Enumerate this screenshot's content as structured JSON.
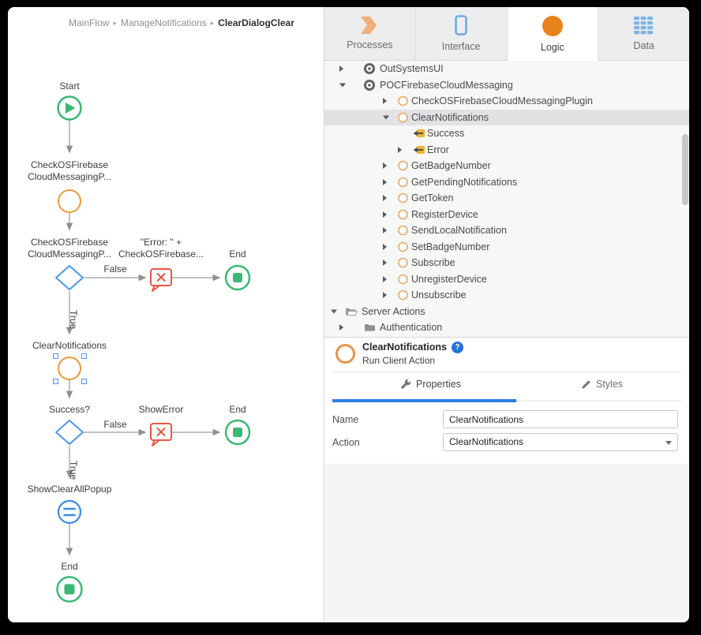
{
  "breadcrumb": {
    "items": [
      "MainFlow",
      "ManageNotifications",
      "ClearDialogClear"
    ],
    "separator": "▸"
  },
  "flow": {
    "labels": {
      "start": "Start",
      "check_action_l1": "CheckOSFirebase",
      "check_action_l2": "CloudMessagingP...",
      "check_if_l1": "CheckOSFirebase",
      "check_if_l2": "CloudMessagingP...",
      "error_msg_l1": "\"Error: \" +",
      "error_msg_l2": "CheckOSFirebase...",
      "end1": "End",
      "false1": "False",
      "true1": "True",
      "clear_notifications": "ClearNotifications",
      "success_if": "Success?",
      "show_error": "ShowError",
      "end2": "End",
      "false2": "False",
      "true2": "True",
      "show_clear_all_popup": "ShowClearAllPopup",
      "end3": "End"
    }
  },
  "nav_tabs": [
    {
      "label": "Processes",
      "icon": "processes-icon",
      "active": false
    },
    {
      "label": "Interface",
      "icon": "interface-icon",
      "active": false
    },
    {
      "label": "Logic",
      "icon": "logic-icon",
      "active": true
    },
    {
      "label": "Data",
      "icon": "data-icon",
      "active": false
    }
  ],
  "tree": {
    "items": [
      {
        "label": "OutSystemsUI",
        "level": 2,
        "expander": "collapsed",
        "icon": "module",
        "selected": false
      },
      {
        "label": "POCFirebaseCloudMessaging",
        "level": 2,
        "expander": "expanded",
        "icon": "module",
        "selected": false
      },
      {
        "label": "CheckOSFirebaseCloudMessagingPlugin",
        "level": 3,
        "expander": "collapsed",
        "icon": "action",
        "selected": false
      },
      {
        "label": "ClearNotifications",
        "level": 3,
        "expander": "expanded",
        "icon": "action",
        "selected": true
      },
      {
        "label": "Success",
        "level": 4,
        "expander": "none",
        "icon": "output-parameter",
        "selected": false
      },
      {
        "label": "Error",
        "level": 4,
        "expander": "collapsed",
        "icon": "output-parameter",
        "selected": false
      },
      {
        "label": "GetBadgeNumber",
        "level": 3,
        "expander": "collapsed",
        "icon": "action",
        "selected": false
      },
      {
        "label": "GetPendingNotifications",
        "level": 3,
        "expander": "collapsed",
        "icon": "action",
        "selected": false
      },
      {
        "label": "GetToken",
        "level": 3,
        "expander": "collapsed",
        "icon": "action",
        "selected": false
      },
      {
        "label": "RegisterDevice",
        "level": 3,
        "expander": "collapsed",
        "icon": "action",
        "selected": false
      },
      {
        "label": "SendLocalNotification",
        "level": 3,
        "expander": "collapsed",
        "icon": "action",
        "selected": false
      },
      {
        "label": "SetBadgeNumber",
        "level": 3,
        "expander": "collapsed",
        "icon": "action",
        "selected": false
      },
      {
        "label": "Subscribe",
        "level": 3,
        "expander": "collapsed",
        "icon": "action",
        "selected": false
      },
      {
        "label": "UnregisterDevice",
        "level": 3,
        "expander": "collapsed",
        "icon": "action",
        "selected": false
      },
      {
        "label": "Unsubscribe",
        "level": 3,
        "expander": "collapsed",
        "icon": "action",
        "selected": false
      },
      {
        "label": "Server Actions",
        "level": 1,
        "expander": "expanded",
        "icon": "folder-open",
        "selected": false
      },
      {
        "label": "Authentication",
        "level": 2,
        "expander": "collapsed",
        "icon": "folder",
        "selected": false
      }
    ]
  },
  "inspector": {
    "title": "ClearNotifications",
    "subtitle": "Run Client Action",
    "help_badge": "?",
    "tabs": [
      {
        "label": "Properties",
        "icon": "wrench-icon",
        "active": true
      },
      {
        "label": "Styles",
        "icon": "pencil-icon",
        "active": false
      }
    ],
    "fields": [
      {
        "label": "Name",
        "value": "ClearNotifications",
        "type": "text"
      },
      {
        "label": "Action",
        "value": "ClearNotifications",
        "type": "select"
      }
    ]
  },
  "colors": {
    "green": "#3bb873",
    "orange": "#ec9a3c",
    "blue": "#4d96ed",
    "red": "#e85744",
    "accent_tab_underline": "#2d7fe3",
    "logic_tab_circle": "#e8831d",
    "output_param_yellow": "#f2b230"
  }
}
